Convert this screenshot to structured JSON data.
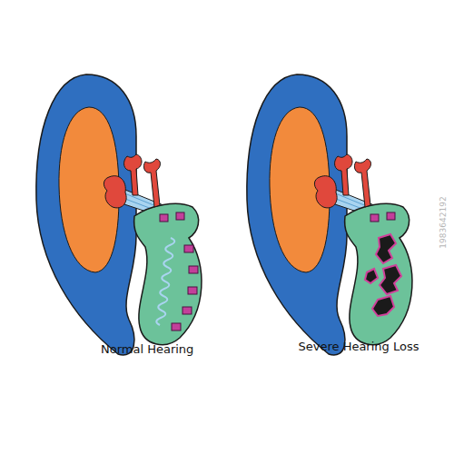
{
  "diagram": {
    "labels": [
      "Normal Hearing",
      "Severe Hearing Loss",
      "1983642192"
    ]
  }
}
